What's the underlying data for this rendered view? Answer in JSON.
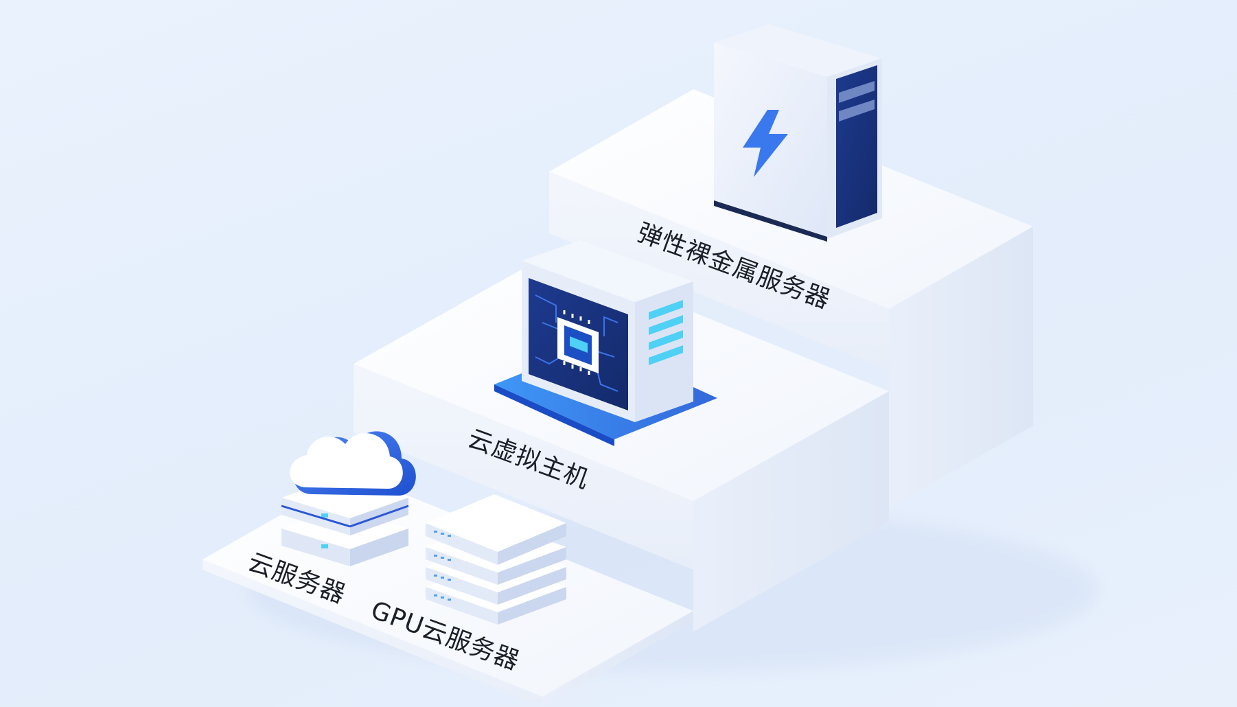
{
  "colors": {
    "background": "#e6effc",
    "step_top": "#f7f9fd",
    "step_front": "#eef2fa",
    "step_side": "#e2e9f6",
    "accent_blue": "#2e63e6",
    "dark_navy": "#1a2c6b",
    "cyan_glow": "#4fd0f5",
    "label_text": "#1b1f27"
  },
  "tiers": [
    {
      "label": "云服务器",
      "icon": "cloud-server-icon"
    },
    {
      "label": "GPU云服务器",
      "icon": "gpu-server-stack-icon"
    },
    {
      "label": "云虚拟主机",
      "icon": "chip-host-icon"
    },
    {
      "label": "弹性裸金属服务器",
      "icon": "lightning-tower-server-icon"
    }
  ]
}
